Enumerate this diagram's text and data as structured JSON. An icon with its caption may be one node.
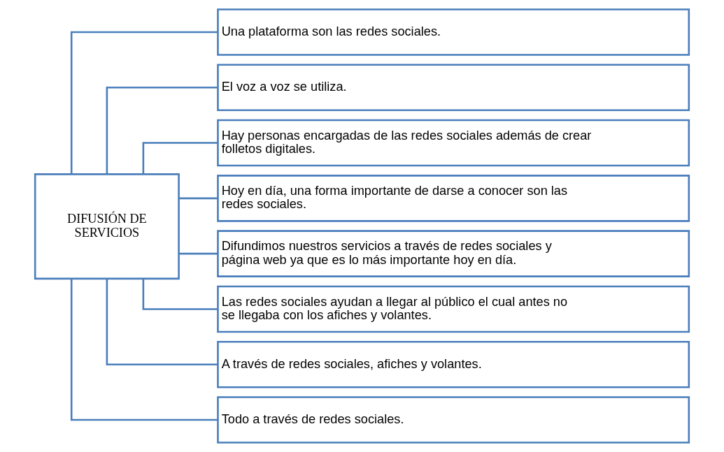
{
  "diagram": {
    "nodes": [
      {
        "text": [
          "DIFUSIÓN DE SERVICIOS"
        ]
      },
      {
        "text": [
          "Una plataforma son las redes sociales."
        ]
      },
      {
        "text": [
          "El voz a voz se utiliza."
        ]
      },
      {
        "text": [
          "Hay personas encargadas de las redes sociales además de crear folletos digitales."
        ]
      },
      {
        "text": [
          "Hoy en día, una forma importante de darse a conocer son las redes sociales."
        ]
      },
      {
        "text": [
          "Difundimos nuestros servicios a través de redes sociales y página web ya que es lo más importante hoy en día."
        ]
      },
      {
        "text": [
          "Las redes sociales ayudan a llegar al público el cual antes no se llegaba con los afiches y volantes."
        ]
      },
      {
        "text": [
          "A través de redes sociales, afiches y volantes."
        ]
      },
      {
        "text": [
          "Todo a través de redes sociales."
        ]
      }
    ],
    "edges": [
      {
        "from": 0,
        "to": 1,
        "arrow": "none"
      },
      {
        "from": 0,
        "to": 2,
        "arrow": "none"
      },
      {
        "from": 0,
        "to": 3,
        "arrow": "none"
      },
      {
        "from": 0,
        "to": 4,
        "arrow": "none"
      },
      {
        "from": 0,
        "to": 5,
        "arrow": "none"
      },
      {
        "from": 0,
        "to": 6,
        "arrow": "none"
      },
      {
        "from": 0,
        "to": 7,
        "arrow": "none"
      },
      {
        "from": 0,
        "to": 8,
        "arrow": "none"
      }
    ]
  }
}
